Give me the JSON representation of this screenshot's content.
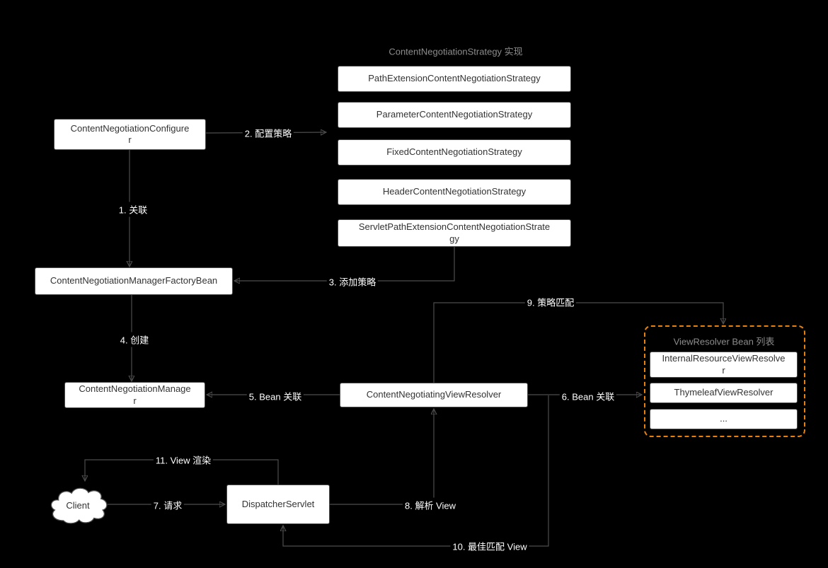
{
  "diagram": {
    "titles": {
      "strategy_group": "ContentNegotiationStrategy 实现",
      "viewresolver_group": "ViewResolver Bean 列表"
    },
    "nodes": {
      "configurer": "ContentNegotiationConfigurer",
      "factory_bean": "ContentNegotiationManagerFactoryBean",
      "manager": "ContentNegotiationManager",
      "negotiating_view_resolver": "ContentNegotiatingViewResolver",
      "dispatcher_servlet": "DispatcherServlet",
      "client": "Client",
      "strategies": [
        "PathExtensionContentNegotiationStrategy",
        "ParameterContentNegotiationStrategy",
        "FixedContentNegotiationStrategy",
        "HeaderContentNegotiationStrategy",
        "ServletPathExtensionContentNegotiationStrategy"
      ],
      "view_resolvers": [
        "InternalResourceViewResolver",
        "ThymeleafViewResolver",
        "..."
      ]
    },
    "edge_labels": {
      "e1": "1. 关联",
      "e2": "2. 配置策略",
      "e3": "3. 添加策略",
      "e4": "4. 创建",
      "e5": "5. Bean 关联",
      "e6": "6. Bean 关联",
      "e7": "7. 请求",
      "e8": "8. 解析 View",
      "e9": "9. 策略匹配",
      "e10": "10. 最佳匹配 View",
      "e11": "11. View 渲染"
    },
    "colors": {
      "background": "#000000",
      "node_fill": "#ffffff",
      "node_border": "#4d4d4d",
      "node_text": "#333333",
      "edge_line": "#4d4d4d",
      "edge_label_text": "#ffffff",
      "group_title_text": "#8c8c8c",
      "viewresolver_group_border": "#e8820c"
    }
  }
}
